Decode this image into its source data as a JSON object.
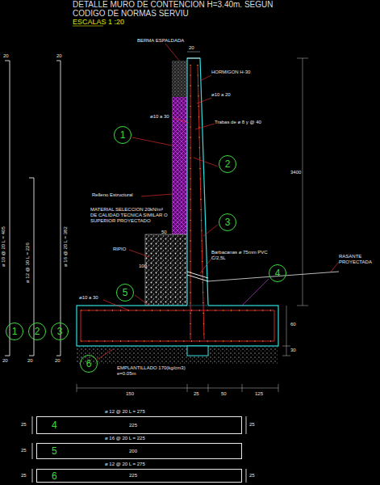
{
  "diagram": {
    "title": "DETALLE MURO DE CONTENCION H=3.40m. SEGUN CODIGO DE NORMAS SERVIU",
    "nodes": [
      {
        "text": [
          "1"
        ]
      },
      {
        "text": [
          "2"
        ]
      },
      {
        "text": [
          "3"
        ]
      },
      {
        "text": [
          "4"
        ]
      },
      {
        "text": [
          "5"
        ]
      },
      {
        "text": [
          "6"
        ]
      },
      {
        "text": [
          "1"
        ]
      },
      {
        "text": [
          "2"
        ]
      },
      {
        "text": [
          "3"
        ]
      },
      {
        "text": [
          "4"
        ]
      },
      {
        "text": [
          "5"
        ]
      },
      {
        "text": [
          "6"
        ]
      }
    ],
    "labels": [
      "ESCALAS 1 :20",
      "BERMA ESPALDADA",
      "20",
      "HORMIGON H-30",
      "ø10 a 20",
      "ø10 a 30",
      "Trabas de ø 8 y @ 40",
      "Relleno Estructural",
      "MATERIAL SELECCION 20kN/m³ DE CALIDAD TECNICA SIMILAR O SUPERIOR PROYECTADO",
      "RIPIO",
      "50",
      "100",
      "Barbacanas ø 75mm PVC C/2,5L",
      "RASANTE PROYECTADA",
      "3400",
      "ø10 a 30",
      "60",
      "30",
      "EMPLANTILLADO 170(kg/cm3) e=0.05m",
      "150",
      "25",
      "50",
      "125",
      "ø 10 @ 20 L = 405",
      "20",
      "20",
      "ø 12 @ 30 L = 226",
      "20",
      "ø 16 @ 20 L = 382",
      "20",
      "20",
      "ø 12 @ 20 L = 275",
      "25",
      "225",
      "25",
      "ø 16 @ 20 L = 225",
      "200",
      "25",
      "ø 12 @ 20 L = 275",
      "25",
      "225",
      "25"
    ]
  }
}
